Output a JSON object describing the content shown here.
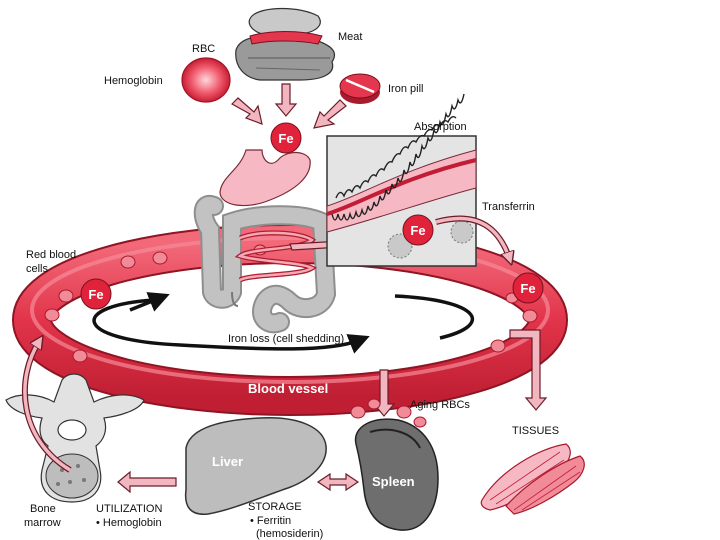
{
  "labels": {
    "meat": "Meat",
    "rbc": "RBC",
    "hemoglobin": "Hemoglobin",
    "iron_pill": "Iron pill",
    "absorption": "Absorption",
    "transferrin": "Transferrin",
    "red_blood_cells_line1": "Red blood",
    "red_blood_cells_line2": "cells",
    "iron_loss": "Iron loss (cell shedding)",
    "blood_vessel": "Blood vessel",
    "aging_rbcs": "Aging RBCs",
    "tissues": "TISSUES",
    "liver": "Liver",
    "spleen": "Spleen",
    "bone_line1": "Bone",
    "bone_line2": "marrow",
    "utilization": "UTILIZATION",
    "utilization_item": "• Hemoglobin",
    "storage": "STORAGE",
    "storage_item1": "• Ferritin",
    "storage_item2": "(hemosiderin)",
    "fe": "Fe"
  },
  "colors": {
    "vessel": "#e83a4e",
    "vessel_dark": "#b0202f",
    "gut_pink": "#f4a7b5",
    "organ_gray": "#b9b9b9",
    "arrow_fill": "#f2b6c0",
    "arrow_stroke": "#6b1c28",
    "fe_fill": "#e0233b"
  }
}
